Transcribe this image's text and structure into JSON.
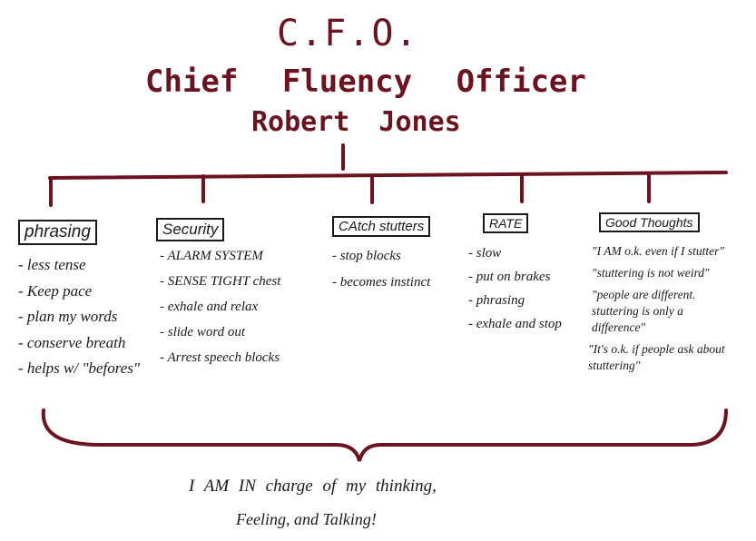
{
  "header": {
    "title": "C.F.O.",
    "subtitle": "Chief Fluency Officer",
    "name": "Robert Jones"
  },
  "columns": [
    {
      "heading": "phrasing",
      "items": [
        "- less tense",
        "- Keep pace",
        "- plan my words",
        "- conserve breath",
        "- helps w/ \"befores\""
      ]
    },
    {
      "heading": "Security",
      "items": [
        "- ALARM SYSTEM",
        "- SENSE TIGHT chest",
        "- exhale and relax",
        "- slide word out",
        "- Arrest speech blocks"
      ]
    },
    {
      "heading": "CAtch stutters",
      "items": [
        "- stop blocks",
        "- becomes instinct"
      ]
    },
    {
      "heading": "RATE",
      "items": [
        "- slow",
        "- put on brakes",
        "- phrasing",
        "- exhale and stop"
      ]
    },
    {
      "heading": "Good Thoughts",
      "items": [
        "\"I AM o.k. even if I stutter\"",
        "\"stuttering is not weird\"",
        "\"people are different. stuttering is only a difference\"",
        "\"It's o.k. if people ask about stuttering\""
      ]
    }
  ],
  "footer": {
    "line1": "I AM IN charge of my thinking,",
    "line2": "Feeling, and Talking!"
  },
  "colors": {
    "ink_title": "#6b1420",
    "ink_body": "#1a1a1a",
    "background": "#ffffff"
  }
}
